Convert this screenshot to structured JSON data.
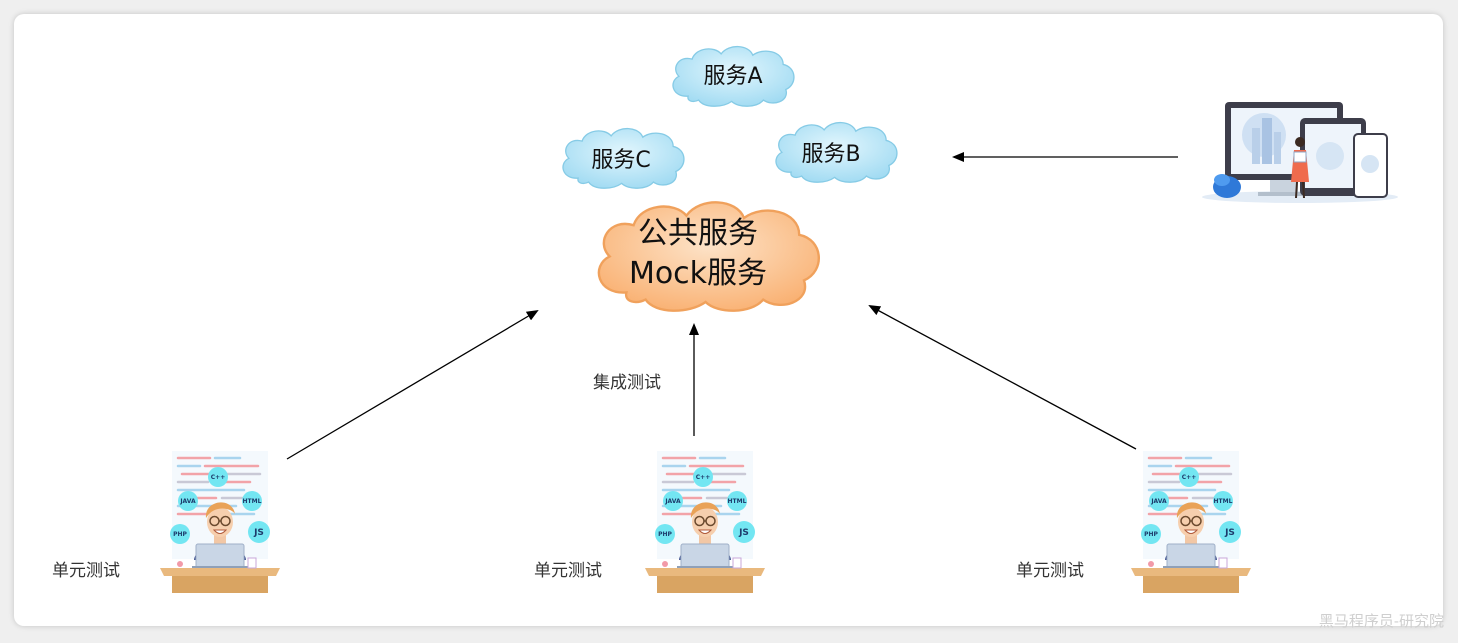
{
  "clouds": {
    "service_a": "服务A",
    "service_b": "服务B",
    "service_c": "服务C",
    "public_line1": "公共服务",
    "public_line2": "Mock服务"
  },
  "labels": {
    "integration_test": "集成测试",
    "unit_test_left": "单元测试",
    "unit_test_middle": "单元测试",
    "unit_test_right": "单元测试"
  },
  "developer_badges": [
    "C++",
    "JAVA",
    "HTML",
    "PHP",
    "JS"
  ],
  "watermark": "黑马程序员-研究院",
  "colors": {
    "small_cloud_fill": "#bfe8f7",
    "small_cloud_stroke": "#8ccfe8",
    "public_cloud_fill": "#fbc48e",
    "public_cloud_stroke": "#f0a15c",
    "arrow": "#000000"
  }
}
